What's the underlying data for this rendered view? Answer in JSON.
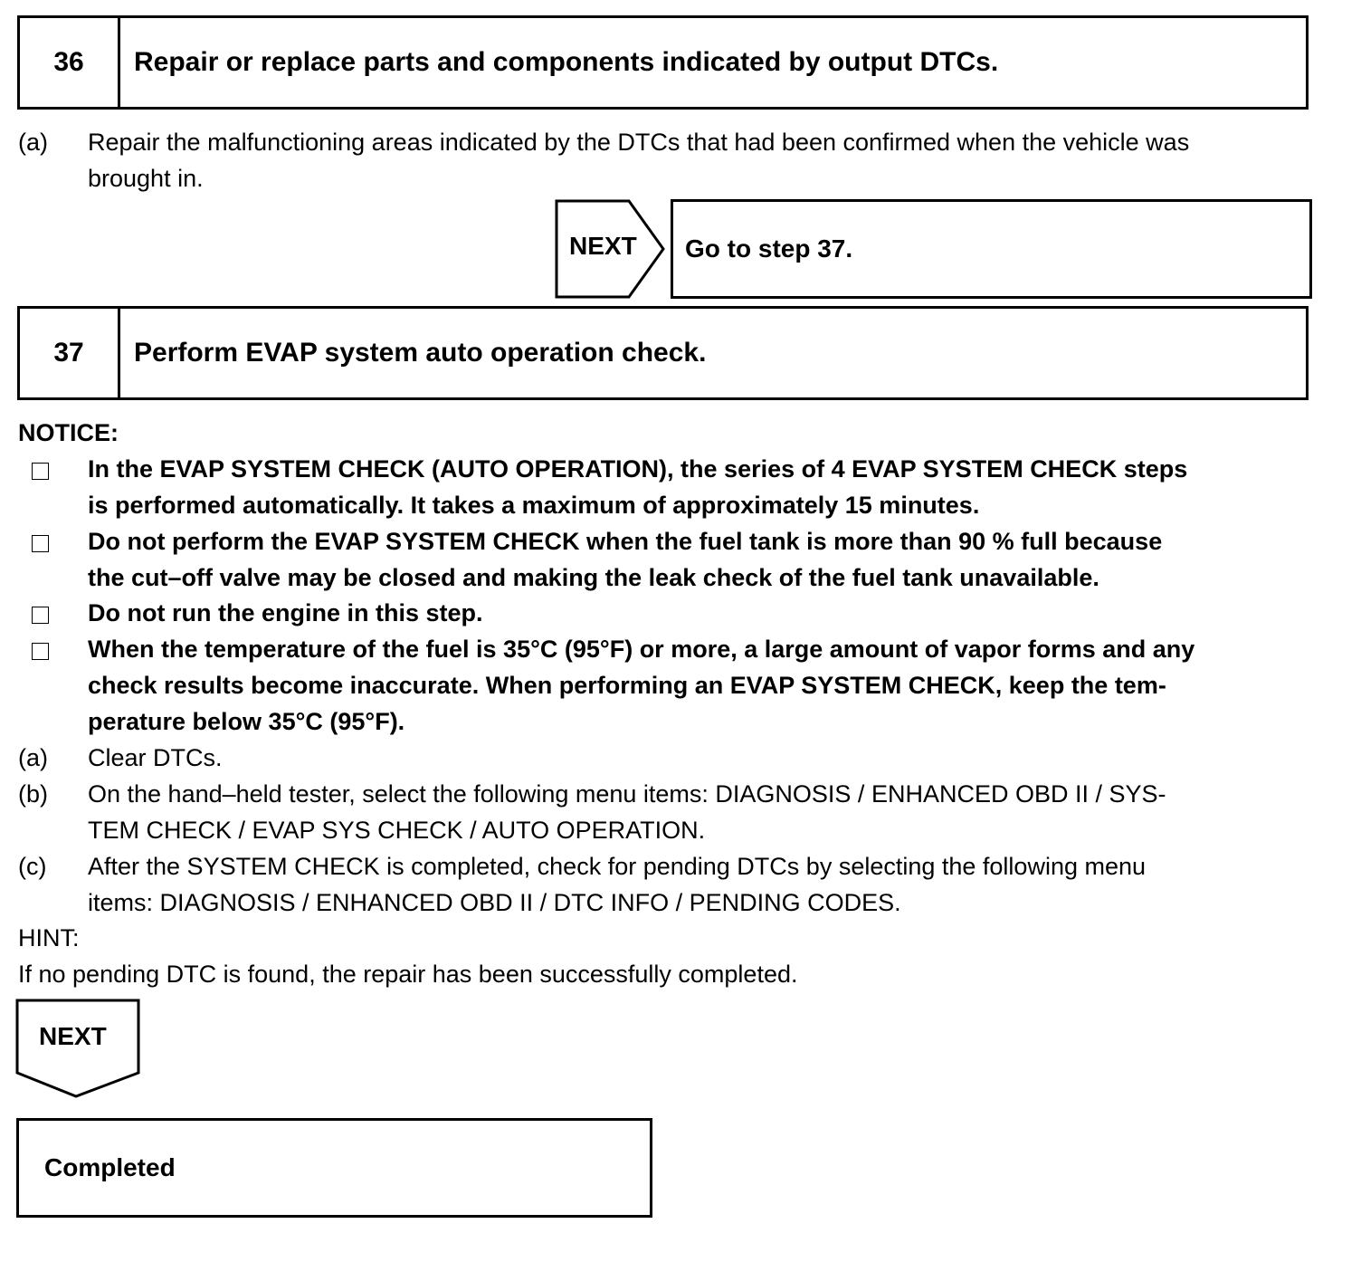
{
  "step36": {
    "number": "36",
    "title": "Repair or replace parts and components indicated by output DTCs.",
    "item_a_label": "(a)",
    "item_a_line1": "Repair the malfunctioning areas indicated by the DTCs that had been confirmed when the vehicle was",
    "item_a_line2": "brought in.",
    "next_label": "NEXT",
    "next_target": "Go to step 37."
  },
  "step37": {
    "number": "37",
    "title": "Perform EVAP system auto operation check.",
    "notice_heading": "NOTICE:",
    "notices": [
      {
        "line1": "In the EVAP SYSTEM CHECK (AUTO OPERATION), the series of 4 EVAP SYSTEM CHECK steps",
        "line2": "is performed automatically. It takes a maximum of approximately 15 minutes."
      },
      {
        "line1": "Do not perform the EVAP SYSTEM CHECK when the fuel tank is more than 90 % full because",
        "line2": "the cut–off valve may be closed and making the leak check of the fuel tank unavailable."
      },
      {
        "line1": "Do not run the engine in this step."
      },
      {
        "line1": "When the temperature of the fuel is 35°C (95°F) or more, a large amount of vapor forms and any",
        "line2": "check results become inaccurate. When performing an EVAP SYSTEM CHECK, keep the tem-",
        "line3": "perature below 35°C (95°F)."
      }
    ],
    "items": [
      {
        "label": "(a)",
        "line1": "Clear DTCs."
      },
      {
        "label": "(b)",
        "line1": "On the hand–held tester, select the following menu items: DIAGNOSIS / ENHANCED OBD II / SYS-",
        "line2": "TEM CHECK / EVAP SYS CHECK / AUTO OPERATION."
      },
      {
        "label": "(c)",
        "line1": "After the SYSTEM CHECK is completed, check for pending DTCs by selecting the following menu",
        "line2": "items: DIAGNOSIS / ENHANCED OBD II / DTC INFO / PENDING CODES."
      }
    ],
    "hint_heading": "HINT:",
    "hint_text": "If no pending DTC is found, the repair has been successfully completed.",
    "next_label": "NEXT",
    "result": "Completed"
  }
}
